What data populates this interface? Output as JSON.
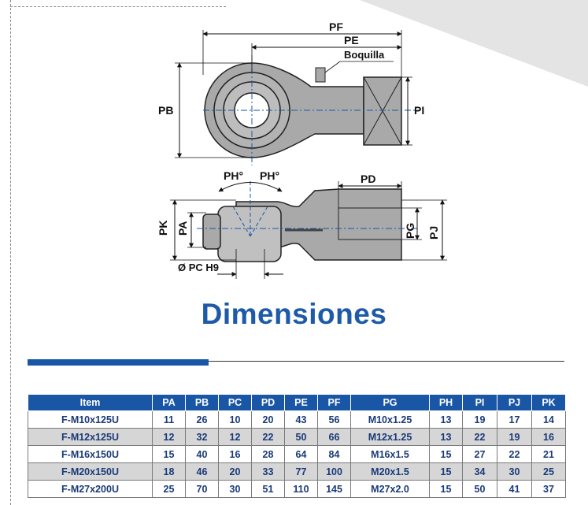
{
  "drawing": {
    "labels": {
      "pf": "PF",
      "pe": "PE",
      "boquilla": "Boquilla",
      "pb": "PB",
      "pi": "PI",
      "ph_left": "PH°",
      "ph_right": "PH°",
      "pd": "PD",
      "pk": "PK",
      "pa": "PA",
      "pg": "PG",
      "pj": "PJ",
      "pc": "Ø PC H9"
    }
  },
  "title": "Dimensiones",
  "table": {
    "headers": [
      "Item",
      "PA",
      "PB",
      "PC",
      "PD",
      "PE",
      "PF",
      "PG",
      "PH",
      "PI",
      "PJ",
      "PK"
    ],
    "rows": [
      [
        "F-M10x125U",
        "11",
        "26",
        "10",
        "20",
        "43",
        "56",
        "M10x1.25",
        "13",
        "19",
        "17",
        "14"
      ],
      [
        "F-M12x125U",
        "12",
        "32",
        "12",
        "22",
        "50",
        "66",
        "M12x1.25",
        "13",
        "22",
        "19",
        "16"
      ],
      [
        "F-M16x150U",
        "15",
        "40",
        "16",
        "28",
        "64",
        "84",
        "M16x1.5",
        "15",
        "27",
        "22",
        "21"
      ],
      [
        "F-M20x150U",
        "18",
        "46",
        "20",
        "33",
        "77",
        "100",
        "M20x1.5",
        "15",
        "34",
        "30",
        "25"
      ],
      [
        "F-M27x200U",
        "25",
        "70",
        "30",
        "51",
        "110",
        "145",
        "M27x2.0",
        "15",
        "50",
        "41",
        "37"
      ]
    ]
  },
  "colors": {
    "brand_blue": "#1a56a6",
    "title_blue": "#1e5aa8",
    "row_alt": "#d6d6d6",
    "part_gray": "#a9a9a9"
  }
}
